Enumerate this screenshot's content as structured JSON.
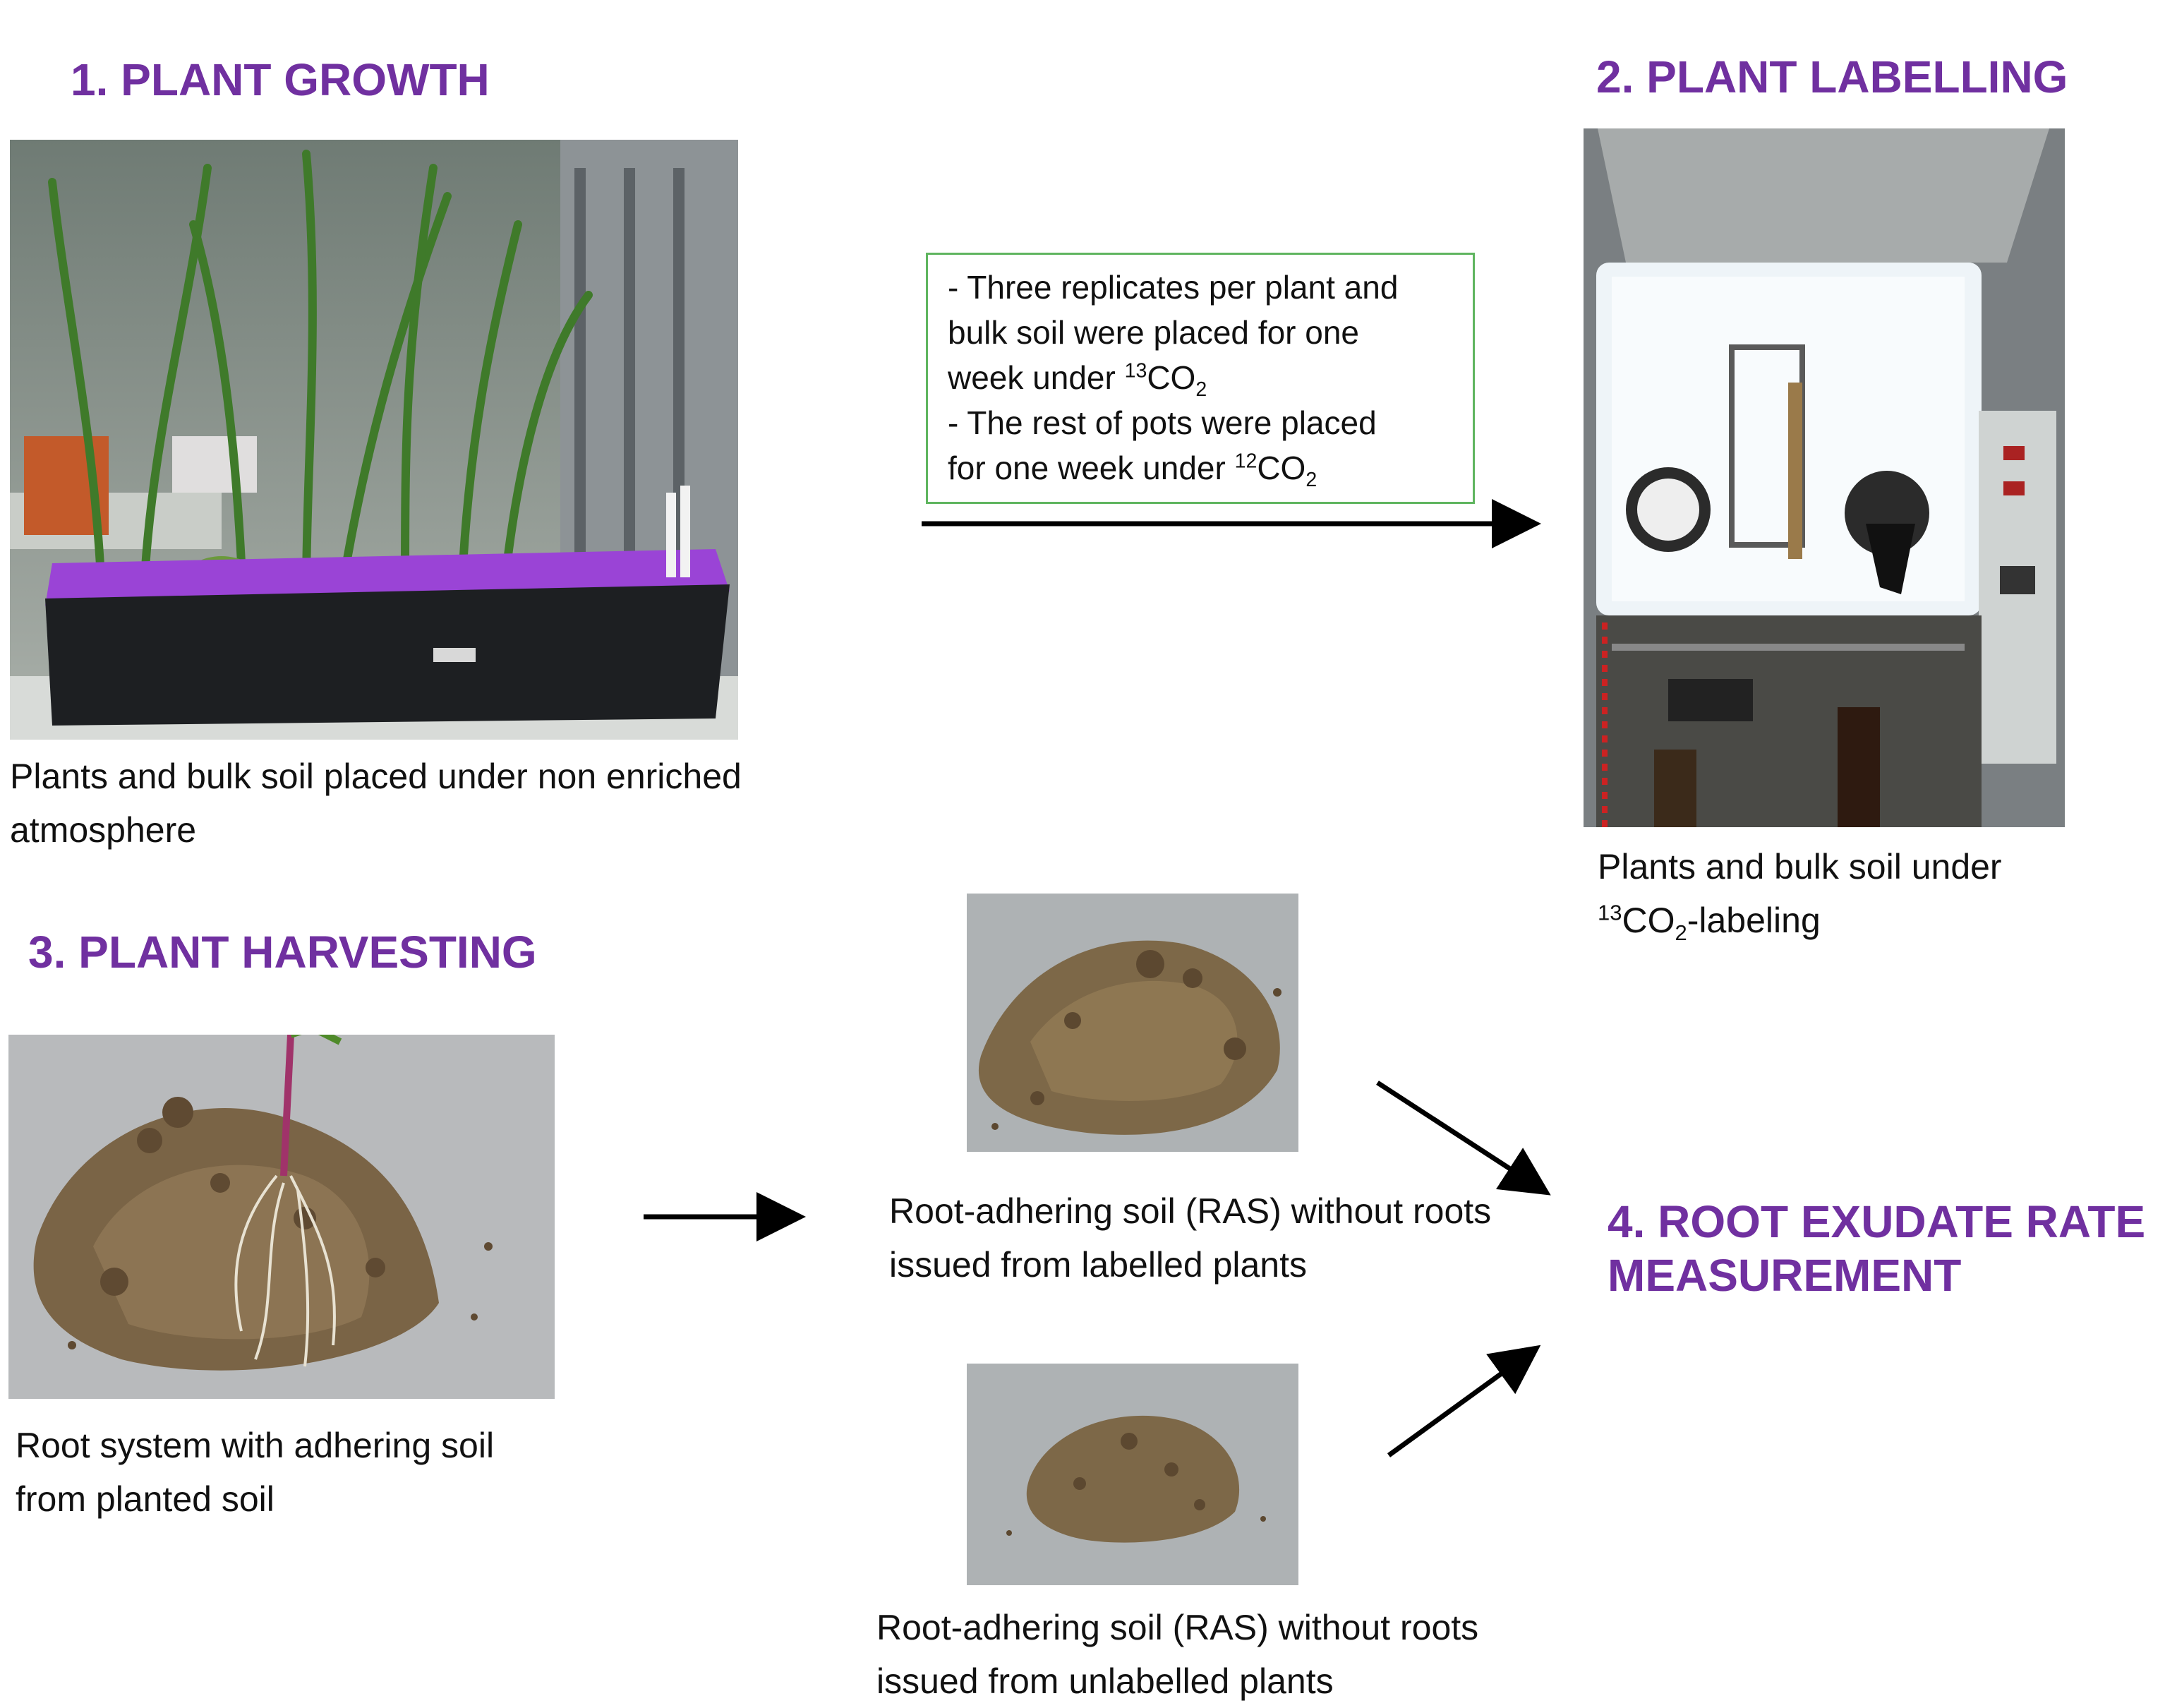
{
  "steps": {
    "growth": {
      "title": "1. PLANT GROWTH",
      "caption": "Plants and bulk soil placed under non enriched atmosphere"
    },
    "labelling": {
      "title": "2. PLANT LABELLING",
      "caption_line1": "Plants and bulk soil under",
      "caption_sup": "13",
      "caption_co": "CO",
      "caption_sub": "2",
      "caption_suffix": "-labeling"
    },
    "harvesting": {
      "title": "3. PLANT HARVESTING",
      "caption": "Root system with adhering soil from planted soil"
    },
    "measurement": {
      "title_line1": "4. ROOT EXUDATE RATE",
      "title_line2": "MEASUREMENT"
    }
  },
  "note": {
    "line1": "- Three replicates per plant and",
    "line2": "bulk soil were placed for one",
    "line3_prefix": "week under ",
    "line3_sup": "13",
    "line3_co": "CO",
    "line3_sub": "2",
    "line4": "- The rest of pots were placed",
    "line5_prefix": "for one week under ",
    "line5_sup": "12",
    "line5_co": "CO",
    "line5_sub": "2"
  },
  "soil_samples": {
    "labelled": {
      "caption": "Root-adhering soil (RAS) without roots issued from labelled plants"
    },
    "unlabelled": {
      "caption": "Root-adhering soil (RAS) without roots issued from unlabelled plants"
    }
  },
  "colors": {
    "heading": "#7030a0",
    "note_border": "#5fb55f",
    "arrow": "#000000"
  }
}
